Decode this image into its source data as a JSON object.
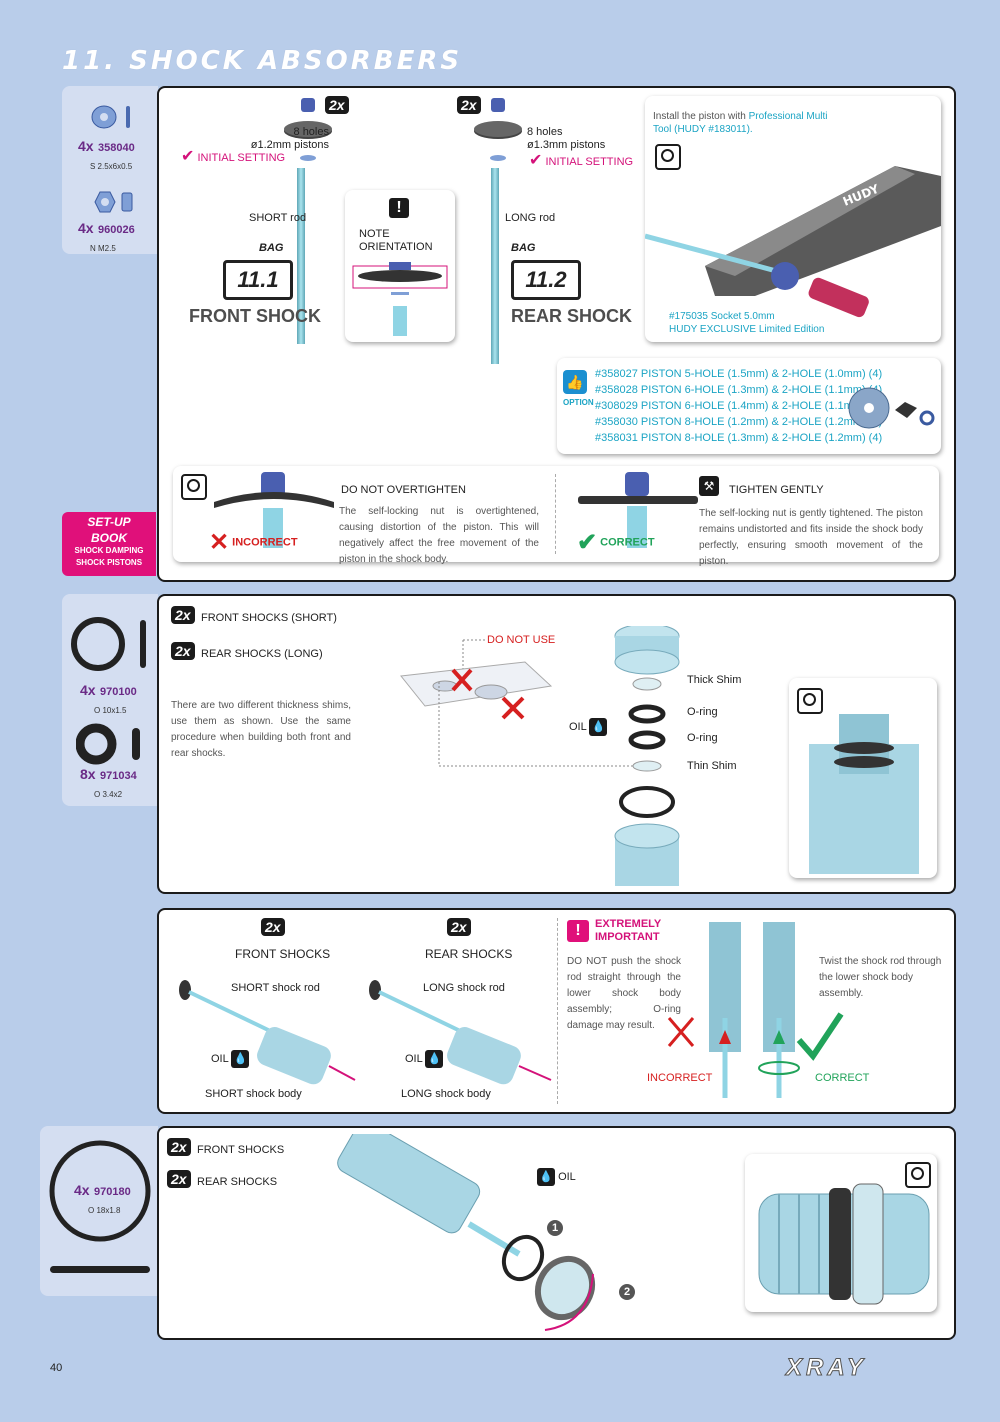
{
  "page": {
    "title": "11. SHOCK ABSORBERS",
    "number": "40",
    "logo": "XRAY"
  },
  "parts1": [
    {
      "qty": "4x",
      "num": "358040",
      "spec": "S 2.5x6x0.5"
    },
    {
      "qty": "4x",
      "num": "960026",
      "spec": "N M2.5"
    }
  ],
  "parts2": [
    {
      "qty": "4x",
      "num": "970100",
      "spec": "O 10x1.5"
    },
    {
      "qty": "8x",
      "num": "971034",
      "spec": "O 3.4x2"
    }
  ],
  "parts4": [
    {
      "qty": "4x",
      "num": "970180",
      "spec": "O 18x1.8"
    }
  ],
  "setup": {
    "heading1": "SET-UP",
    "heading2": "BOOK",
    "line1": "SHOCK DAMPING",
    "line2": "SHOCK PISTONS"
  },
  "step1": {
    "badge": "2x",
    "left": {
      "holes": "8 holes",
      "size": "ø1.2mm pistons",
      "initial": "INITIAL SETTING",
      "rod": "SHORT rod",
      "bag": "BAG",
      "bag_num": "11.1",
      "name": "FRONT SHOCK"
    },
    "right": {
      "holes": "8 holes",
      "size": "ø1.3mm pistons",
      "initial": "INITIAL SETTING",
      "rod": "LONG rod",
      "bag": "BAG",
      "bag_num": "11.2",
      "name": "REAR SHOCK"
    },
    "note": "NOTE ORIENTATION",
    "tool": {
      "text1": "Install the piston with ",
      "link": "Professional Multi Tool (HUDY #183011).",
      "socket1": "#175035 Socket 5.0mm",
      "socket2": "HUDY EXCLUSIVE Limited Edition",
      "brand": "HUDY"
    },
    "option": {
      "label": "OPTION",
      "items": [
        "#358027 PISTON 5-HOLE (1.5mm) & 2-HOLE (1.0mm) (4)",
        "#358028 PISTON 6-HOLE (1.3mm) & 2-HOLE (1.1mm) (4)",
        "#308029 PISTON 6-HOLE (1.4mm) & 2-HOLE (1.1mm) (4)",
        "#358030 PISTON 8-HOLE (1.2mm) & 2-HOLE (1.2mm) (4)",
        "#358031 PISTON 8-HOLE (1.3mm) & 2-HOLE (1.2mm) (4)"
      ]
    },
    "tight": {
      "title1": "DO NOT OVERTIGHTEN",
      "text1": "The self-locking nut is overtightened, causing distortion of the piston. This will negatively affect the free movement of the piston in the shock body.",
      "incorrect": "INCORRECT",
      "title2": "TIGHTEN GENTLY",
      "text2": "The self-locking nut is gently tightened. The piston remains undistorted and fits inside the shock body perfectly, ensuring smooth movement of the piston.",
      "correct": "CORRECT"
    }
  },
  "step2": {
    "badge": "2x",
    "front": "FRONT SHOCKS (SHORT)",
    "rear": "REAR SHOCKS (LONG)",
    "text": "There are two different thickness shims, use them as shown. Use the same procedure when building both front and rear shocks.",
    "donot": "DO NOT USE",
    "oil": "OIL",
    "thick": "Thick Shim",
    "oring1": "O-ring",
    "oring2": "O-ring",
    "thin": "Thin Shim"
  },
  "step3": {
    "badge": "2x",
    "front": "FRONT SHOCKS",
    "rear": "REAR SHOCKS",
    "short_rod": "SHORT shock rod",
    "long_rod": "LONG shock rod",
    "oil": "OIL",
    "short_body": "SHORT shock body",
    "long_body": "LONG shock body",
    "imp1": "EXTREMELY",
    "imp2": "IMPORTANT",
    "imp_text": "DO NOT push the shock rod straight through the lower shock body assembly; O-ring damage may result.",
    "incorrect": "INCORRECT",
    "correct": "CORRECT",
    "twist": "Twist the shock rod through the lower shock body assembly."
  },
  "step4": {
    "badge": "2x",
    "front": "FRONT SHOCKS",
    "rear": "REAR SHOCKS",
    "oil": "OIL",
    "n1": "1",
    "n2": "2"
  }
}
